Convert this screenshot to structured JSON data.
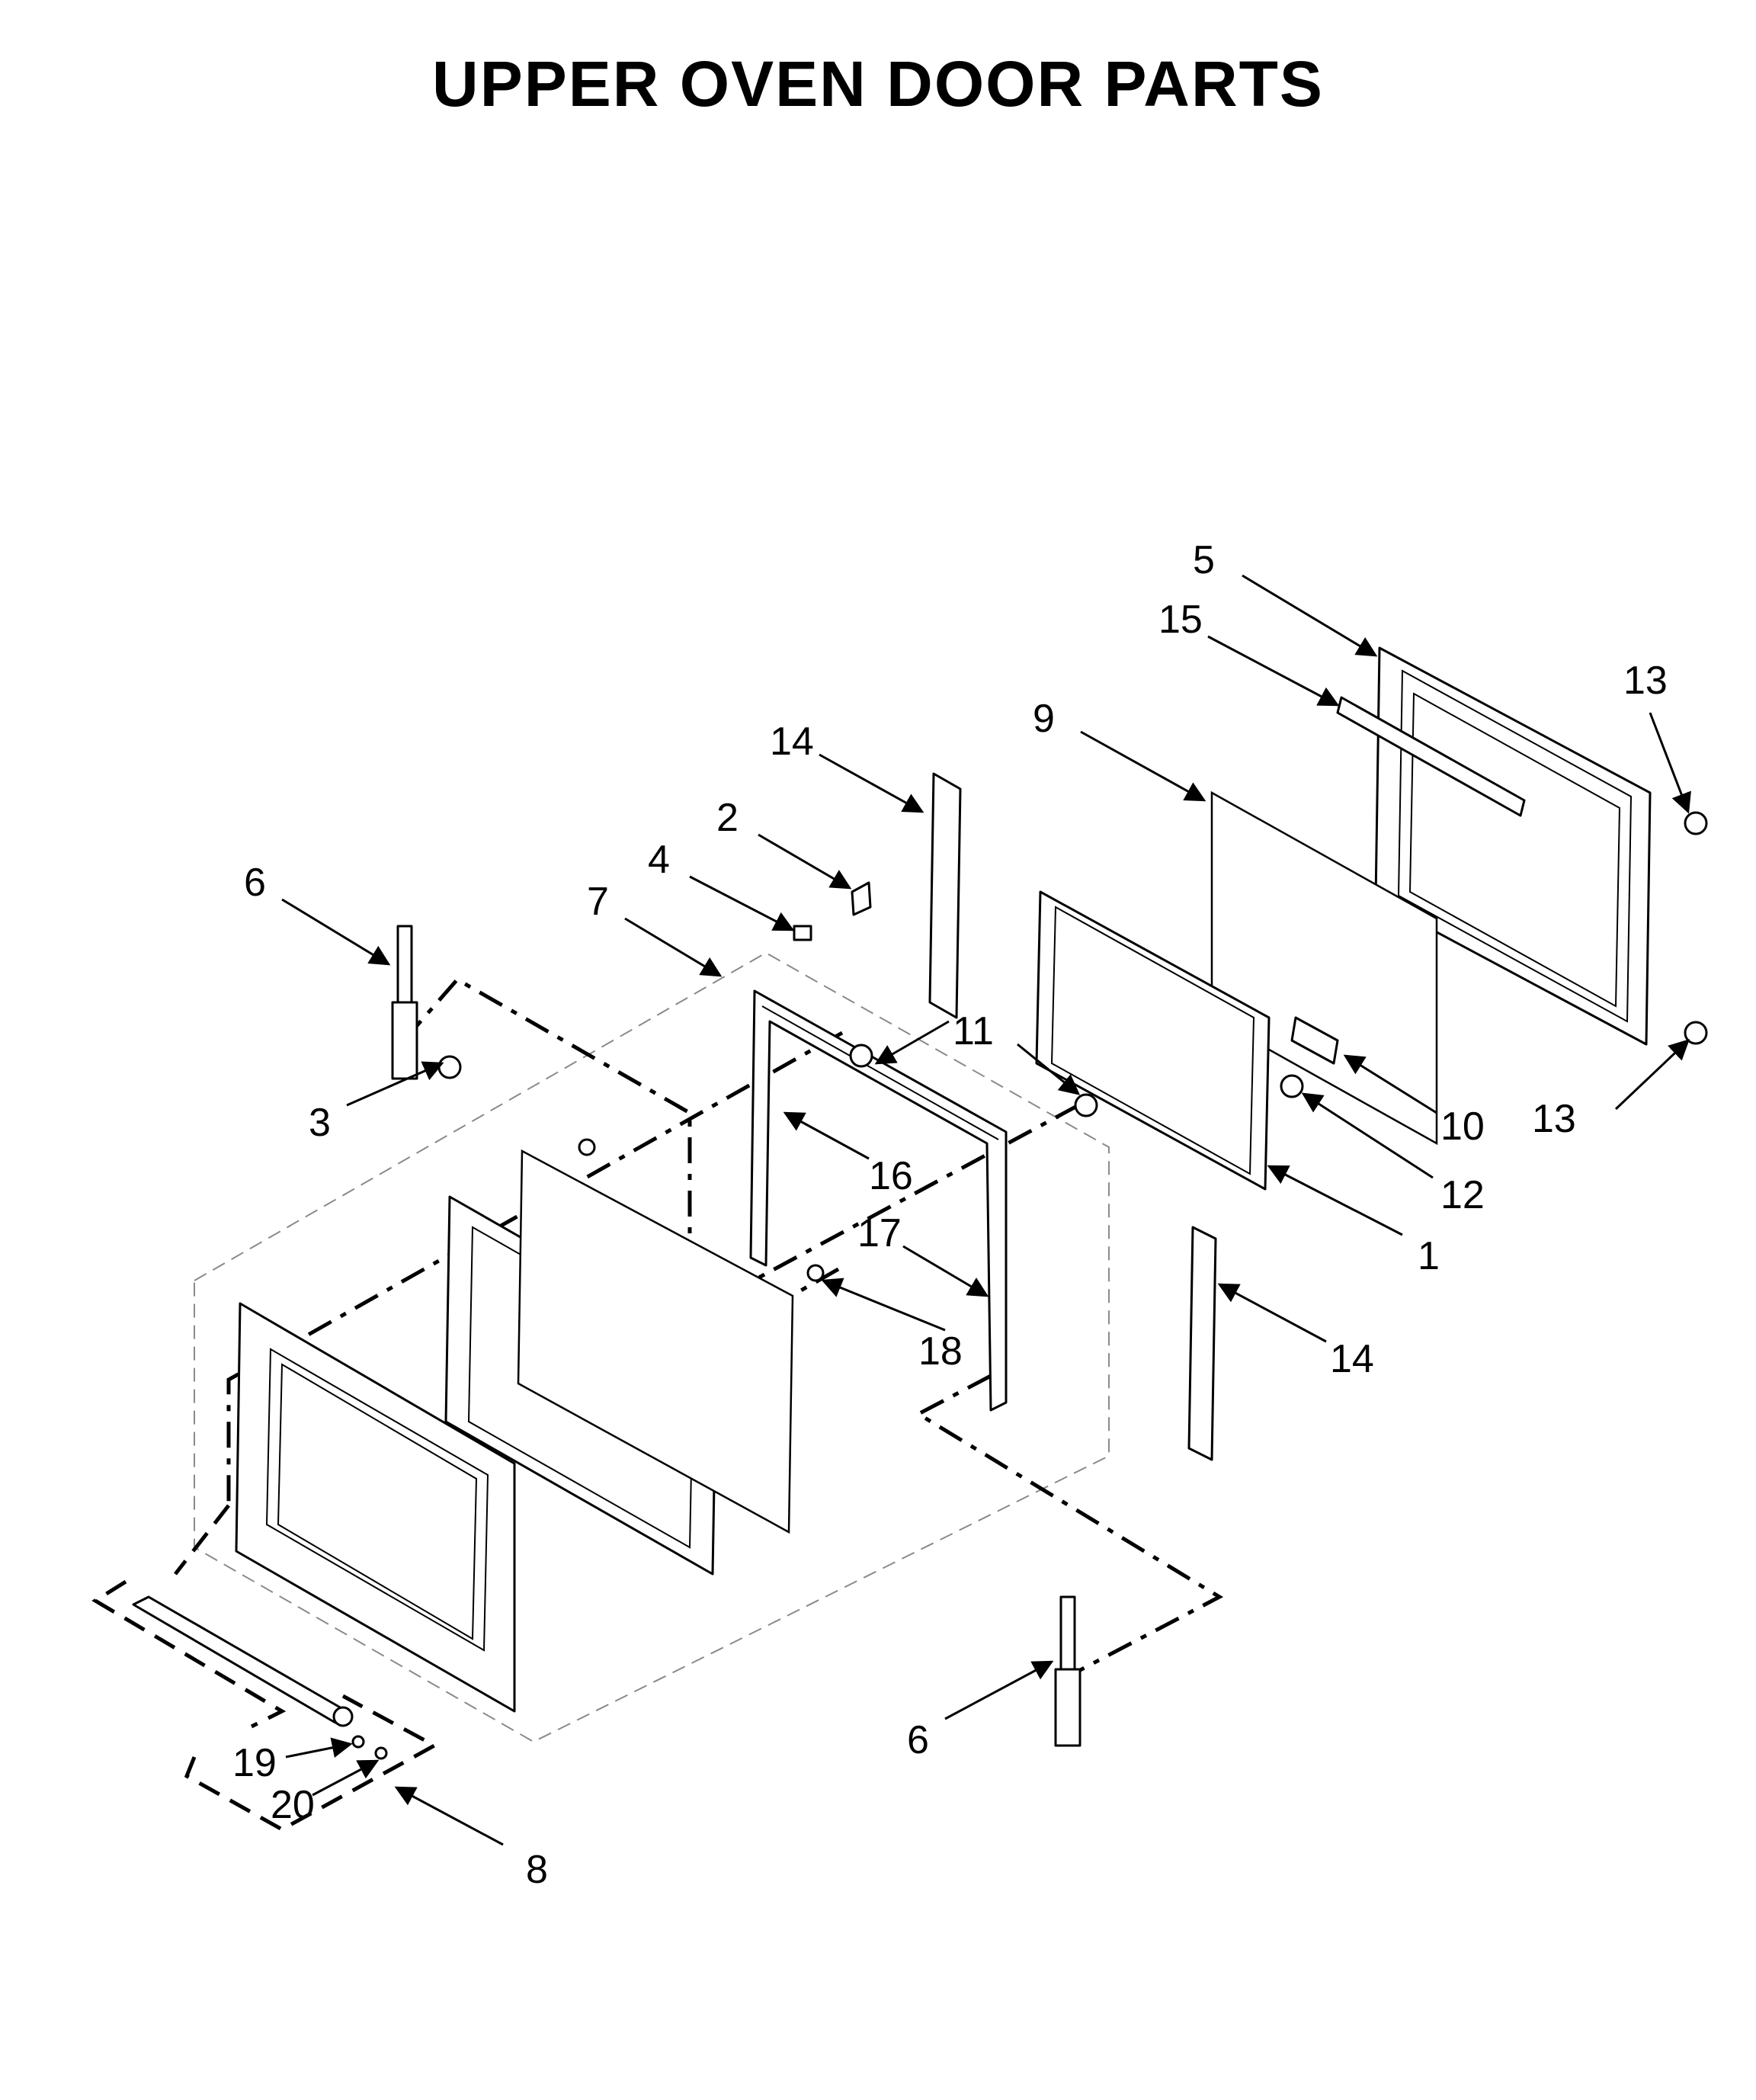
{
  "title": "UPPER OVEN DOOR PARTS",
  "callouts": [
    "5",
    "15",
    "13",
    "9",
    "14",
    "2",
    "4",
    "6",
    "7",
    "11",
    "3",
    "10",
    "13",
    "12",
    "16",
    "1",
    "17",
    "18",
    "14",
    "19",
    "20",
    "6",
    "8"
  ]
}
